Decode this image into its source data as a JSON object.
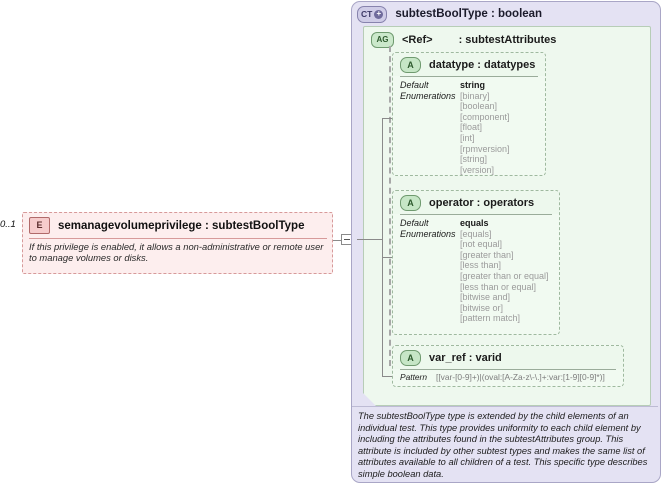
{
  "left_element": {
    "cardinality": "0..1",
    "icon": "element-icon",
    "icon_label": "E",
    "title": "semanagevolumeprivilege : subtestBoolType",
    "documentation": "If this privilege is enabled, it allows a non-administrative or remote user to manage volumes or disks."
  },
  "connector": {
    "expand_box": "collapse-toggle"
  },
  "complex_type": {
    "icon_label": "CT",
    "icon_plus": "+",
    "title": "subtestBoolType : boolean",
    "documentation": "The subtestBoolType type is extended by the child elements of an individual test.  This type provides uniformity to each child element by including the attributes found in the subtestAttributes group.  This attribute is included by other subtest types and makes the same list of attributes available to all children of a test.  This specific type describes simple boolean data."
  },
  "attribute_group": {
    "icon_label": "AG",
    "ref_label": "<Ref>",
    "ref_type": ": subtestAttributes"
  },
  "attributes": [
    {
      "icon_label": "A",
      "title": "datatype : datatypes",
      "label_default": "Default",
      "label_enumerations": "Enumerations",
      "default_value": "string",
      "enumerations": [
        "[binary]",
        "[boolean]",
        "[component]",
        "[float]",
        "[int]",
        "[rpmversion]",
        "[string]",
        "[version]"
      ]
    },
    {
      "icon_label": "A",
      "title": "operator : operators",
      "label_default": "Default",
      "label_enumerations": "Enumerations",
      "default_value": "equals",
      "enumerations": [
        "[equals]",
        "[not equal]",
        "[greater than]",
        "[less than]",
        "[greater than or equal]",
        "[less than or equal]",
        "[bitwise and]",
        "[bitwise or]",
        "[pattern match]"
      ]
    },
    {
      "icon_label": "A",
      "title": "var_ref  : varid",
      "label_pattern": "Pattern",
      "pattern_value": "[[var-[0-9]+)|(oval:[A-Za-z\\-\\.]+:var:[1-9][0-9]*)]"
    }
  ],
  "colors": {
    "element_bg": "#fdeeee",
    "element_border": "#d79a9a",
    "complextype_bg": "#e4e2f3",
    "complextype_border": "#a9a6c6",
    "attrgroup_bg": "#eef8ee",
    "attribute_bg": "#f1faf1",
    "attribute_border": "#9fb99f",
    "muted_text": "#9b9b9b"
  }
}
